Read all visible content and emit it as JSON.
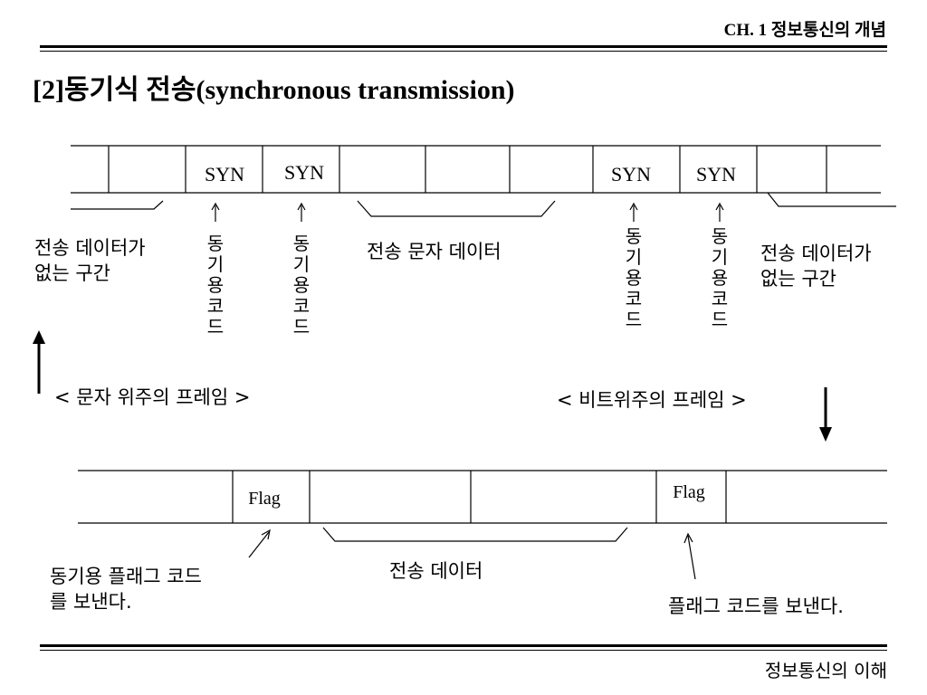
{
  "header": "CH. 1 정보통신의 개념",
  "title": "[2]동기식 전송(synchronous transmission)",
  "frame1": {
    "syn1": "SYN",
    "syn2": "SYN",
    "syn3": "SYN",
    "syn4": "SYN",
    "no_data_left": "전송 데이터가\n없는 구간",
    "sync_code": "동기용코드",
    "char_data": "전송 문자 데이터",
    "no_data_right": "전송 데이터가\n없는 구간",
    "caption": "< 문자 위주의 프레임 >"
  },
  "frame2": {
    "caption": "< 비트위주의 프레임 >",
    "flag1": "Flag",
    "flag2": "Flag",
    "send_flag_left": "동기용 플래그 코드\n를 보낸다.",
    "data": "전송 데이터",
    "send_flag_right": "플래그 코드를 보낸다."
  },
  "footer": "정보통신의 이해"
}
